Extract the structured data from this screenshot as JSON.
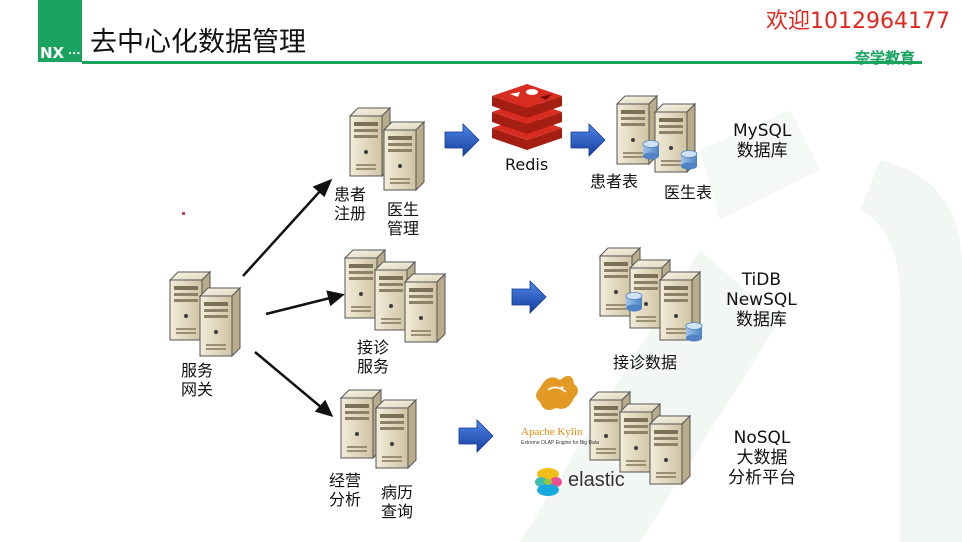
{
  "header": {
    "title": "去中心化数据管理",
    "logo_text": "NX",
    "watermark": "欢迎1012964177",
    "brand": "奈学教育"
  },
  "colors": {
    "brand_green": "#1aa35f",
    "watermark_red": "#e0281f",
    "arrow_blue": "#1f57c8"
  },
  "gateway": {
    "label_line1": "服务",
    "label_line2": "网关"
  },
  "services": {
    "register": {
      "left_line1": "患者",
      "left_line2": "注册",
      "right_line1": "医生",
      "right_line2": "管理"
    },
    "consult": {
      "line1": "接诊",
      "line2": "服务"
    },
    "operations": {
      "left_line1": "经营",
      "left_line2": "分析",
      "right_line1": "病历",
      "right_line2": "查询"
    }
  },
  "redis": {
    "label": "Redis"
  },
  "mysql": {
    "title_line1": "MySQL",
    "title_line2": "数据库",
    "table1": "患者表",
    "table2": "医生表"
  },
  "tidb": {
    "title_line1": "TiDB",
    "title_line2": "NewSQL",
    "title_line3": "数据库",
    "data_label": "接诊数据"
  },
  "nosql": {
    "title_line1": "NoSQL",
    "title_line2": "大数据",
    "title_line3": "分析平台",
    "kylin_name": "Apache Kylin",
    "kylin_tagline": "Extreme OLAP Engine for Big Data",
    "elastic_name": "elastic"
  },
  "icons": [
    "server-icon",
    "database-cylinder-icon",
    "redis-logo-icon",
    "kylin-logo-icon",
    "elastic-logo-icon",
    "right-arrow-icon"
  ]
}
